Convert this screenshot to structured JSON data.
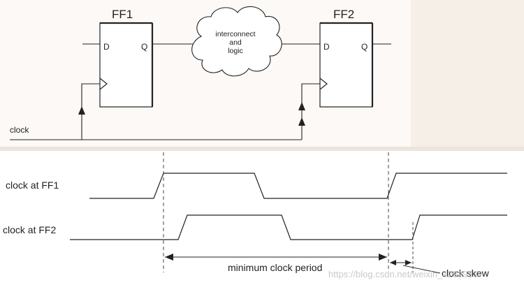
{
  "circuit": {
    "ff1": {
      "label": "FF1",
      "d_pin": "D",
      "q_pin": "Q"
    },
    "ff2": {
      "label": "FF2",
      "d_pin": "D",
      "q_pin": "Q"
    },
    "cloud": {
      "line1": "interconnect",
      "line2": "and",
      "line3": "logic"
    },
    "clock_label": "clock"
  },
  "timing": {
    "signal1_label": "clock at FF1",
    "signal2_label": "clock at FF2",
    "period_label": "minimum clock period",
    "skew_label": "clock skew"
  },
  "watermark": "https://blog.csdn.net/weixin_4292923",
  "colors": {
    "panel_bg": "#fcf9f6",
    "ink": "#222222",
    "divider": "#ece4dc"
  }
}
